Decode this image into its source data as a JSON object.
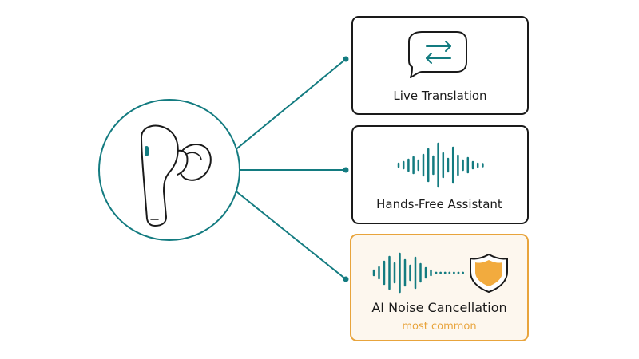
{
  "colors": {
    "teal": "#137b80",
    "ink": "#1a1a1a",
    "highlight": "#e8a43c",
    "highlight_bg": "#fdf7ee",
    "shield_fill": "#f2ab3e"
  },
  "device": {
    "icon": "earbud-icon"
  },
  "features": [
    {
      "label": "Live Translation",
      "icon": "translation-bubble-icon",
      "highlighted": false,
      "sublabel": ""
    },
    {
      "label": "Hands-Free Assistant",
      "icon": "voice-waveform-icon",
      "highlighted": false,
      "sublabel": ""
    },
    {
      "label": "AI Noise Cancellation",
      "icon": "noise-cancel-shield-icon",
      "highlighted": true,
      "sublabel": "most common"
    }
  ]
}
